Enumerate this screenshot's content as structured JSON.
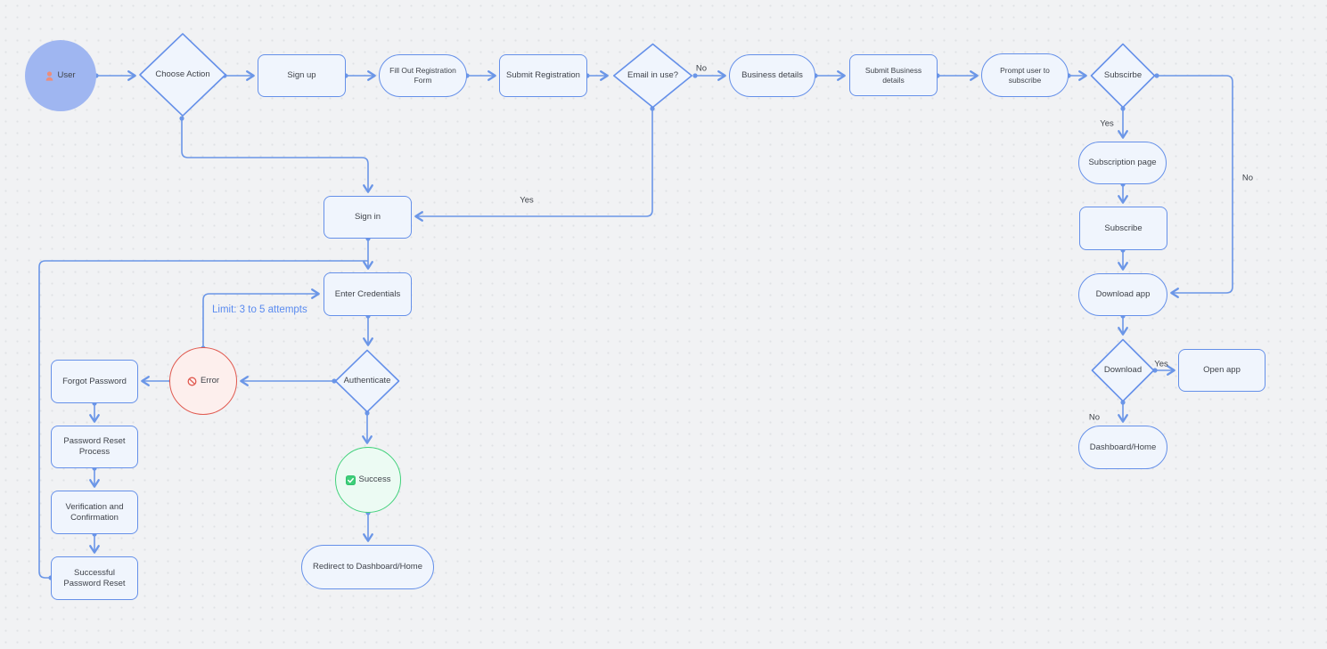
{
  "app": {
    "view": "whiteboard-flowchart"
  },
  "colors": {
    "canvas_bg": "#f1f2f4",
    "grid_dot": "#dfe1e5",
    "edge": "#6b96e7",
    "node_border": "#6590e9",
    "node_fill": "#f0f5fd",
    "user_circle_fill": "#9fb6f1",
    "error_border": "#e0594f",
    "error_fill": "#fdefed",
    "success_border": "#41d17b",
    "success_fill": "#ecfbf3",
    "note_text": "#5a8bf0",
    "label_text": "#3f434a"
  },
  "nodes": {
    "user": "User",
    "choose_action": "Choose Action",
    "sign_up": "Sign up",
    "fill_out_registration_form": "Fill Out Registration Form",
    "submit_registration": "Submit Registration",
    "email_in_use": "Email in use?",
    "business_details": "Business details",
    "submit_business_details": "Submit Business details",
    "prompt_user_to_subscribe": "Prompt user to subscribe",
    "subscribe_decision": "Subscirbe",
    "subscription_page": "Subscription page",
    "subscribe": "Subscribe",
    "download_app": "Download app",
    "download_decision": "Download",
    "open_app": "Open app",
    "dashboard_home": "Dashboard/Home",
    "sign_in": "Sign in",
    "enter_credentials": "Enter Credentials",
    "authenticate": "Authenticate",
    "error": "Error",
    "success": "Success",
    "forgot_password": "Forgot Password",
    "password_reset_process": "Password Reset Process",
    "verification_and_confirmation": "Verification and Confirmation",
    "successful_password_reset": "Successful Password Reset",
    "redirect_to_dashboard_home": "Redirect to Dashboard/Home"
  },
  "edge_labels": {
    "email_in_use_no": "No",
    "email_in_use_yes": "Yes",
    "subscribe_yes": "Yes",
    "subscribe_no": "No",
    "download_yes": "Yes",
    "download_no": "No",
    "retry_limit_note": "Limit: 3 to 5 attempts"
  }
}
